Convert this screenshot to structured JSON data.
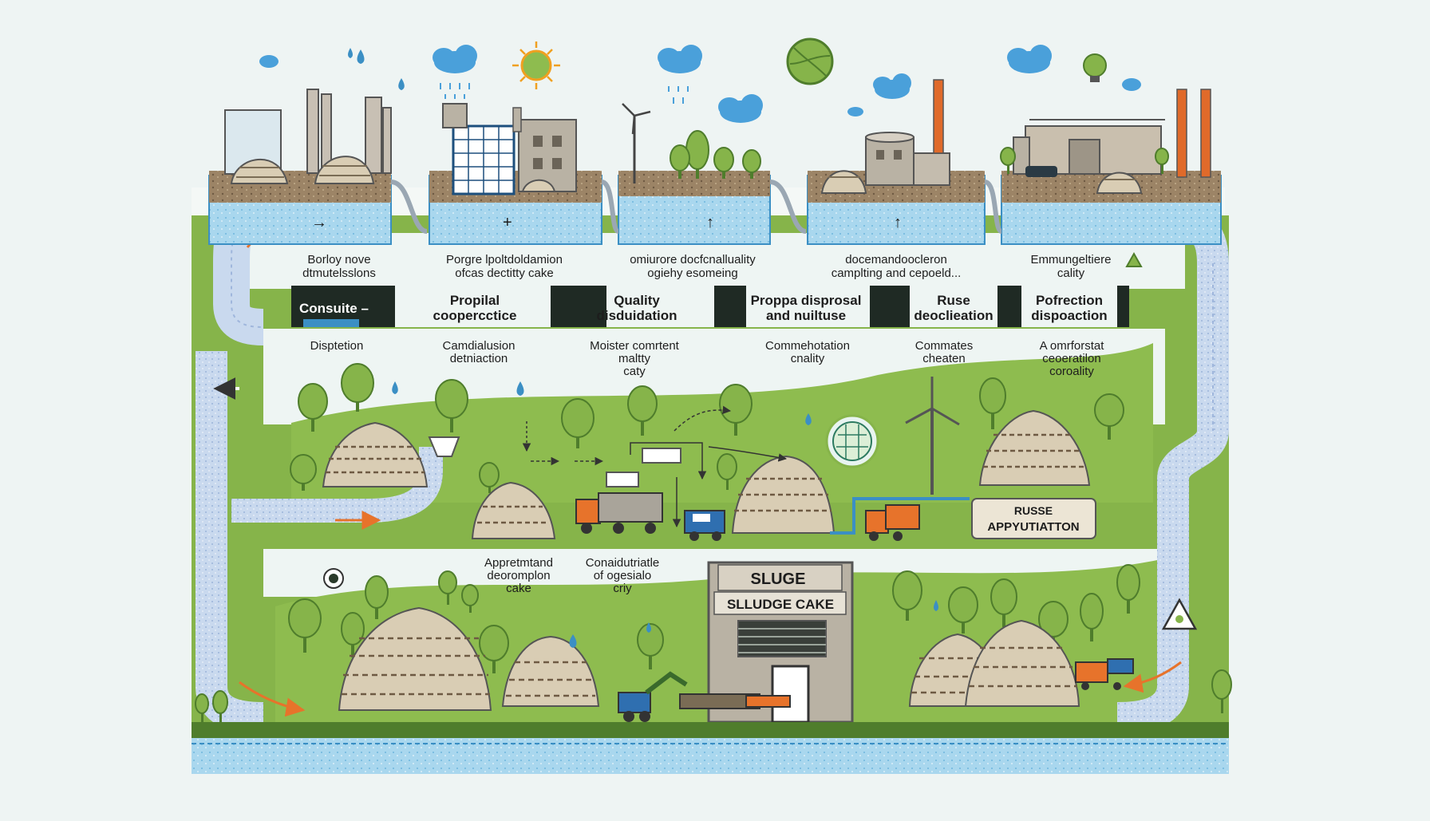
{
  "palette": {
    "water": "#a9d7ee",
    "water_dark": "#3b8fc4",
    "grass": "#86b44a",
    "grass_dark": "#4f7d2c",
    "soil": "#9c8466",
    "pile": "#d9cdb4",
    "band": "#1f2a24",
    "building": "#b9b2a4",
    "truck_orange": "#e7732b",
    "chimney": "#e06a2a",
    "cloud": "#4aa0da"
  },
  "top_captions": [
    [
      "Borloy nove",
      "dtmutelsslons"
    ],
    [
      "Porgre lpoltdoldamion",
      "ofcas dectitty cake"
    ],
    [
      "omiurore docfcnalluality",
      "ogiehy esomeing"
    ],
    [
      "docemandoocleron",
      "camplting and cepoeld..."
    ],
    [
      "Emmungeltiere",
      "cality"
    ]
  ],
  "band_labels": [
    [
      "Consuite –"
    ],
    [
      "Propilal",
      "coopercctice"
    ],
    [
      "Quality",
      "disduidation"
    ],
    [
      "Proppa disprosal",
      "and nuiltuse"
    ],
    [
      "Ruse",
      "deoclieation"
    ],
    [
      "Pofrection",
      "dispoaction"
    ]
  ],
  "mid_captions": [
    [
      "Disptetion"
    ],
    [
      "Camdialusion",
      "detniaction"
    ],
    [
      "Moister comrtent",
      "maltty",
      "caty"
    ],
    [
      "Commehotation",
      "cnality"
    ],
    [
      "Commates",
      "cheaten"
    ],
    [
      "A omrforstat",
      "ceoeratilon",
      "coroality"
    ]
  ],
  "reuse_box": {
    "line1": "RUSSE",
    "line2": "APPYUTIATTON"
  },
  "bottom_captions": [
    [
      "Appretmtand",
      "deoromplon",
      "cake"
    ],
    [
      "Conaidutriatle",
      "of ogesialo",
      "criy"
    ]
  ],
  "facility": {
    "roof_label": "SLUGE",
    "sign_label": "SLLUDGE CAKE"
  },
  "icons": [
    "cloud-icon",
    "sun-icon",
    "rain-icon",
    "water-drop-icon",
    "tree-icon",
    "wind-turbine-icon",
    "truck-icon",
    "factory-icon",
    "globe-icon",
    "warning-icon",
    "excavator-icon",
    "lightbulb-icon"
  ]
}
